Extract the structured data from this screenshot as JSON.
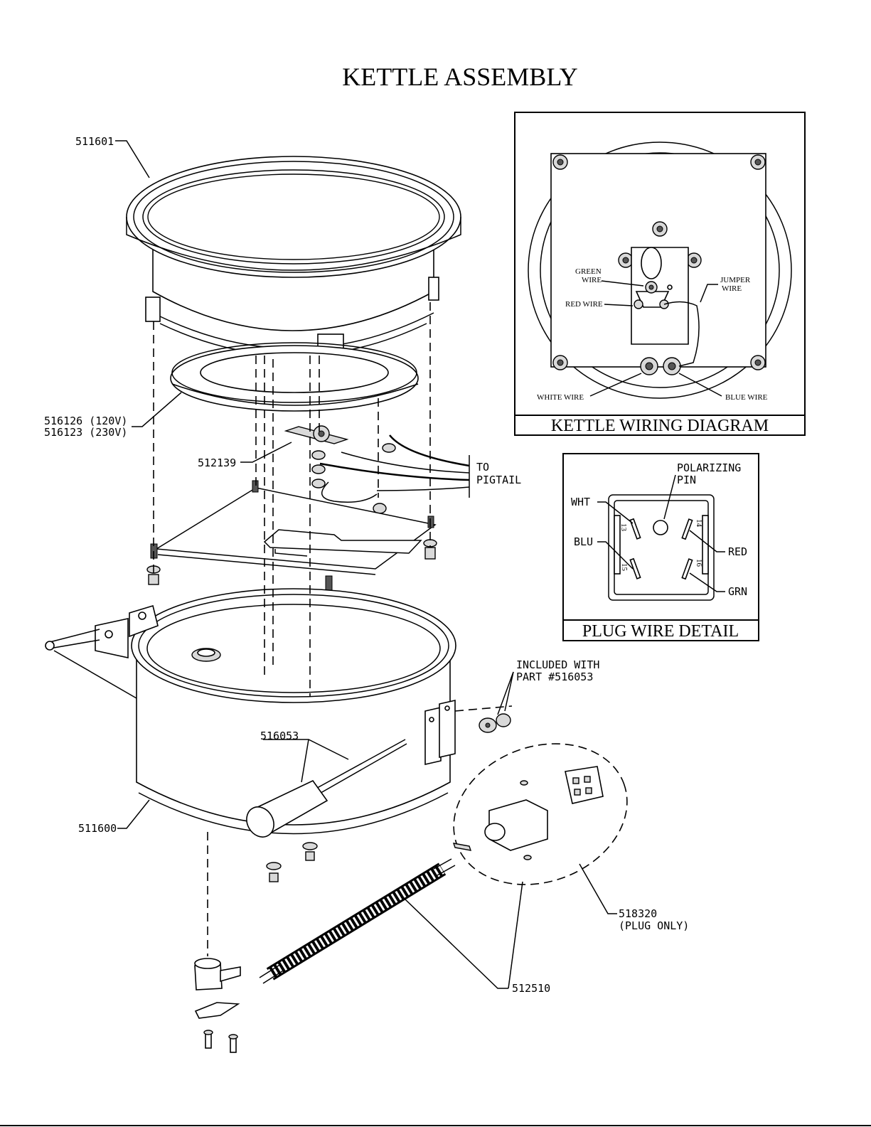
{
  "title": "KETTLE ASSEMBLY",
  "parts": {
    "lid": "511601",
    "heater_120": "516126 (120V)",
    "heater_230": "516123 (230V)",
    "thermostat": "512139",
    "to_pigtail_1": "TO",
    "to_pigtail_2": "PIGTAIL",
    "kettle": "511600",
    "agitator_shaft": "516053",
    "included_1": "INCLUDED WITH",
    "included_2": "PART #516053",
    "plug": "518320",
    "plug_only": "(PLUG ONLY)",
    "element": "512510"
  },
  "wiring_diagram": {
    "caption": "KETTLE WIRING DIAGRAM",
    "green_wire_1": "GREEN",
    "green_wire_2": "WIRE",
    "red_wire": "RED WIRE",
    "jumper_wire_1": "JUMPER",
    "jumper_wire_2": "WIRE",
    "white_wire": "WHITE WIRE",
    "blue_wire": "BLUE WIRE"
  },
  "plug_detail": {
    "caption": "PLUG WIRE DETAIL",
    "polarizing_1": "POLARIZING",
    "polarizing_2": "PIN",
    "wht": "WHT",
    "blu": "BLU",
    "red": "RED",
    "grn": "GRN",
    "pin13": "13",
    "pin14": "14",
    "pin15": "15",
    "pin16": "16"
  }
}
